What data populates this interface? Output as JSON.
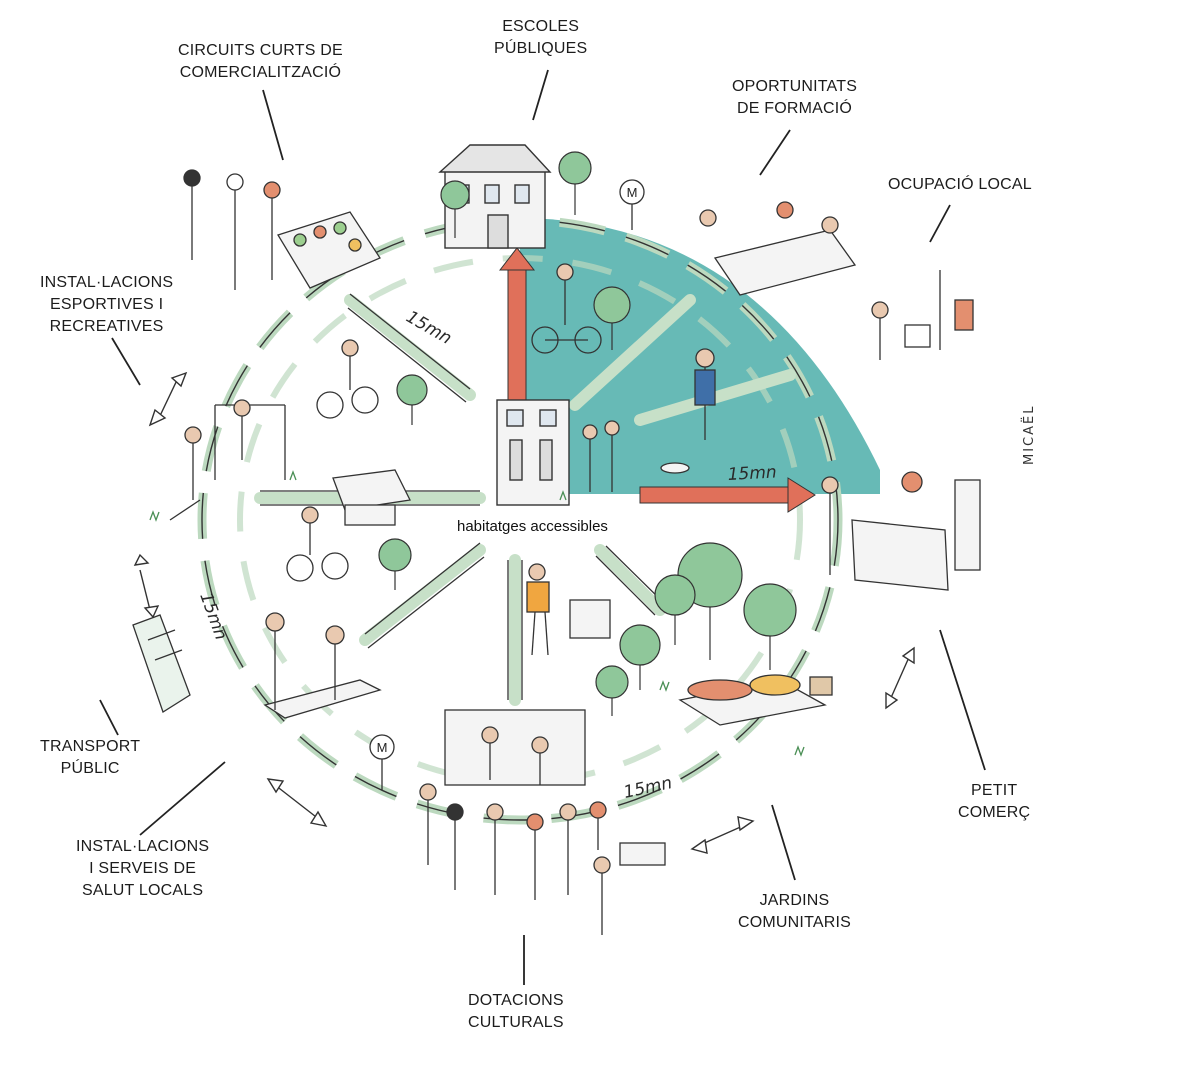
{
  "labels": {
    "escoles": [
      "ESCOLES",
      "PÚBLIQUES"
    ],
    "circuits": [
      "CIRCUITS CURTS DE",
      "COMERCIALITZACIÓ"
    ],
    "oportunitats": [
      "OPORTUNITATS",
      "DE FORMACIÓ"
    ],
    "ocupacio": [
      "OCUPACIÓ LOCAL"
    ],
    "esportives": [
      "INSTAL·LACIONS",
      "ESPORTIVES I",
      "RECREATIVES"
    ],
    "transport": [
      "TRANSPORT",
      "PÚBLIC"
    ],
    "salut": [
      "INSTAL·LACIONS",
      "I SERVEIS DE",
      "SALUT LOCALS"
    ],
    "culturals": [
      "DOTACIONS",
      "CULTURALS"
    ],
    "jardins": [
      "JARDINS",
      "COMUNITARIS"
    ],
    "comerc": [
      "PETIT",
      "COMERÇ"
    ]
  },
  "center_label": "habitatges accessibles",
  "time_labels": [
    "15mn",
    "15mn",
    "15mn",
    "15mn"
  ],
  "metro_sign": "M",
  "signature": "MICAËL",
  "colors": {
    "quadrant_fill": "#5fb6b2",
    "arrow": "#e0705a",
    "path_dash": "#bcd9bf",
    "ink": "#222222",
    "tree": "#8fc79a"
  }
}
